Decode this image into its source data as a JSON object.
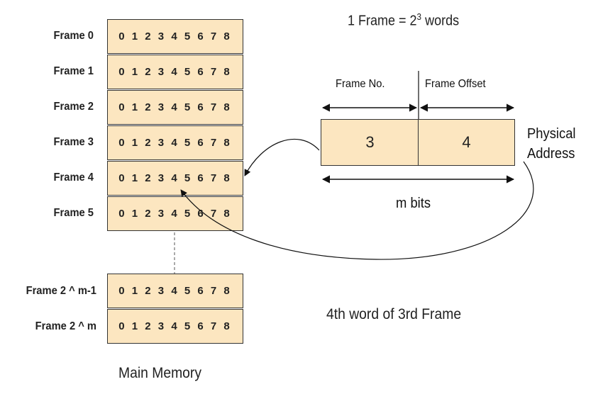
{
  "frame_size": {
    "prefix": "1 Frame = 2",
    "exponent": "3",
    "suffix": " words"
  },
  "frames": [
    {
      "label": "Frame 0",
      "words": "0 1 2 3 4 5 6 7 8"
    },
    {
      "label": "Frame 1",
      "words": "0 1 2 3 4 5 6 7 8"
    },
    {
      "label": "Frame 2",
      "words": "0 1 2 3 4 5 6 7 8"
    },
    {
      "label": "Frame 3",
      "words": "0 1 2 3 4 5 6 7 8"
    },
    {
      "label": "Frame 4",
      "words": "0 1 2 3 4 5 6 7 8"
    },
    {
      "label": "Frame 5",
      "words": "0 1 2 3 4 5 6 7 8"
    }
  ],
  "last_frames": [
    {
      "label": "Frame 2 ^ m-1",
      "words": "0 1 2 3 4 5 6 7 8"
    },
    {
      "label": "Frame 2 ^ m",
      "words": "0 1 2 3 4 5 6 7 8"
    }
  ],
  "memory_title": "Main Memory",
  "address": {
    "frame_no_label": "Frame No.",
    "frame_offset_label": "Frame Offset",
    "frame_no_value": "3",
    "frame_offset_value": "4",
    "title_line1": "Physical",
    "title_line2": "Address",
    "bits_label": "m bits"
  },
  "caption": "4th word of 3rd Frame"
}
